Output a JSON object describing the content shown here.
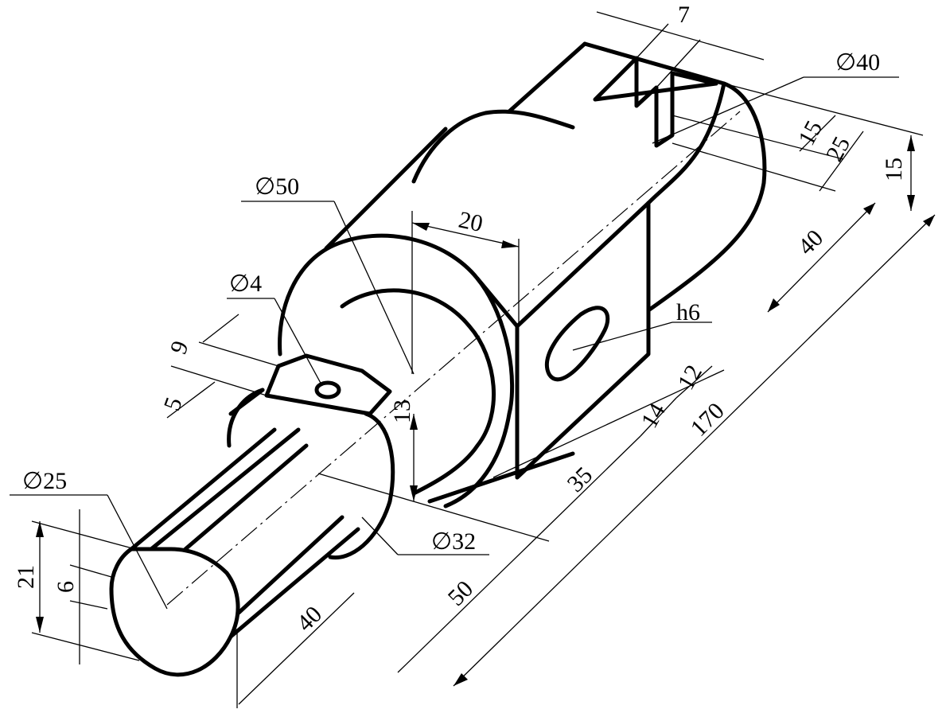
{
  "drawing": {
    "dimensions": {
      "d_slot_width": "7",
      "d_dia40": "40",
      "d_15_slot": "15",
      "d_25": "25",
      "d_15_right": "15",
      "d_40_right": "40",
      "d_dia50": "50",
      "d_20": "20",
      "d_dia4": "4",
      "d_9": "9",
      "d_5": "5",
      "d_13": "13",
      "d_h6": "h6",
      "d_12": "12",
      "d_14": "14",
      "d_170": "170",
      "d_35": "35",
      "d_dia32": "32",
      "d_50_bottom": "50",
      "d_dia25": "25",
      "d_21": "21",
      "d_6": "6",
      "d_40_bottom": "40"
    },
    "diameter_symbol": "∅"
  }
}
